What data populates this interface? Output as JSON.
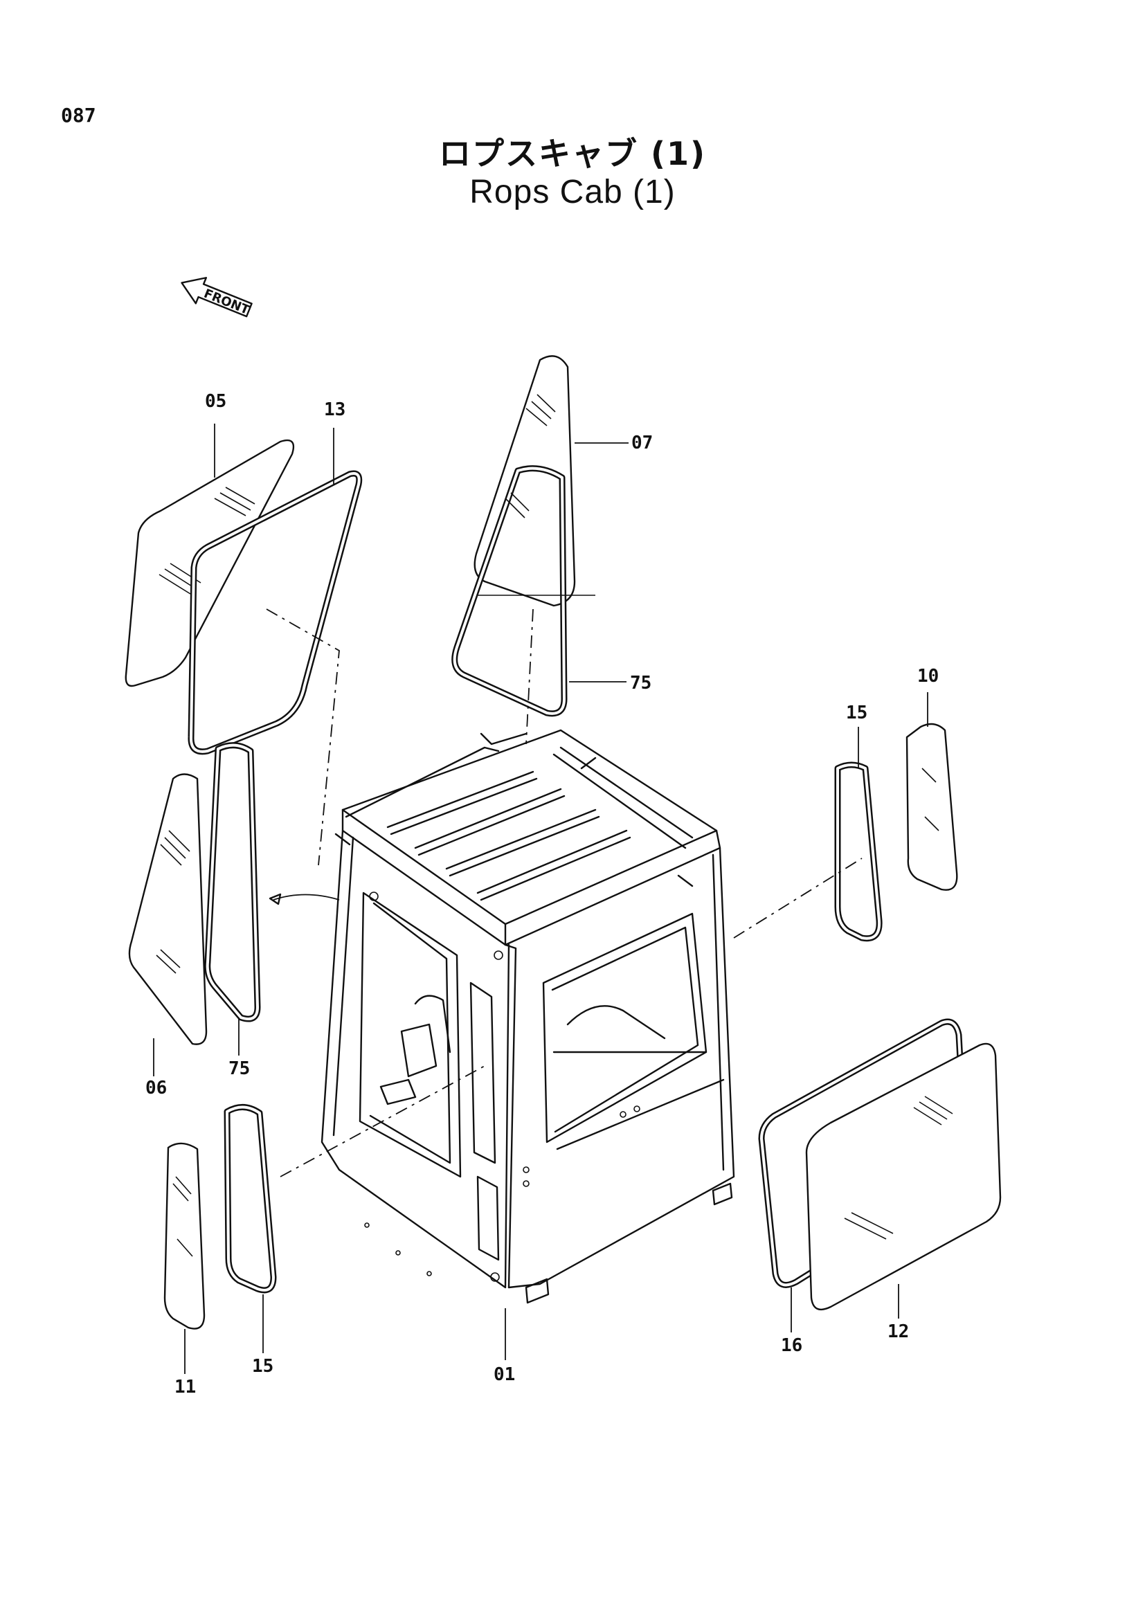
{
  "page_number": "087",
  "title_jp": "ロプスキャブ (1)",
  "title_en": "Rops Cab (1)",
  "front_label": "FRONT",
  "callouts": {
    "c05": "05",
    "c13": "13",
    "c07": "07",
    "c75a": "75",
    "c10": "10",
    "c15a": "15",
    "c06": "06",
    "c75b": "75",
    "c11": "11",
    "c15b": "15",
    "c01": "01",
    "c16": "16",
    "c12": "12"
  }
}
